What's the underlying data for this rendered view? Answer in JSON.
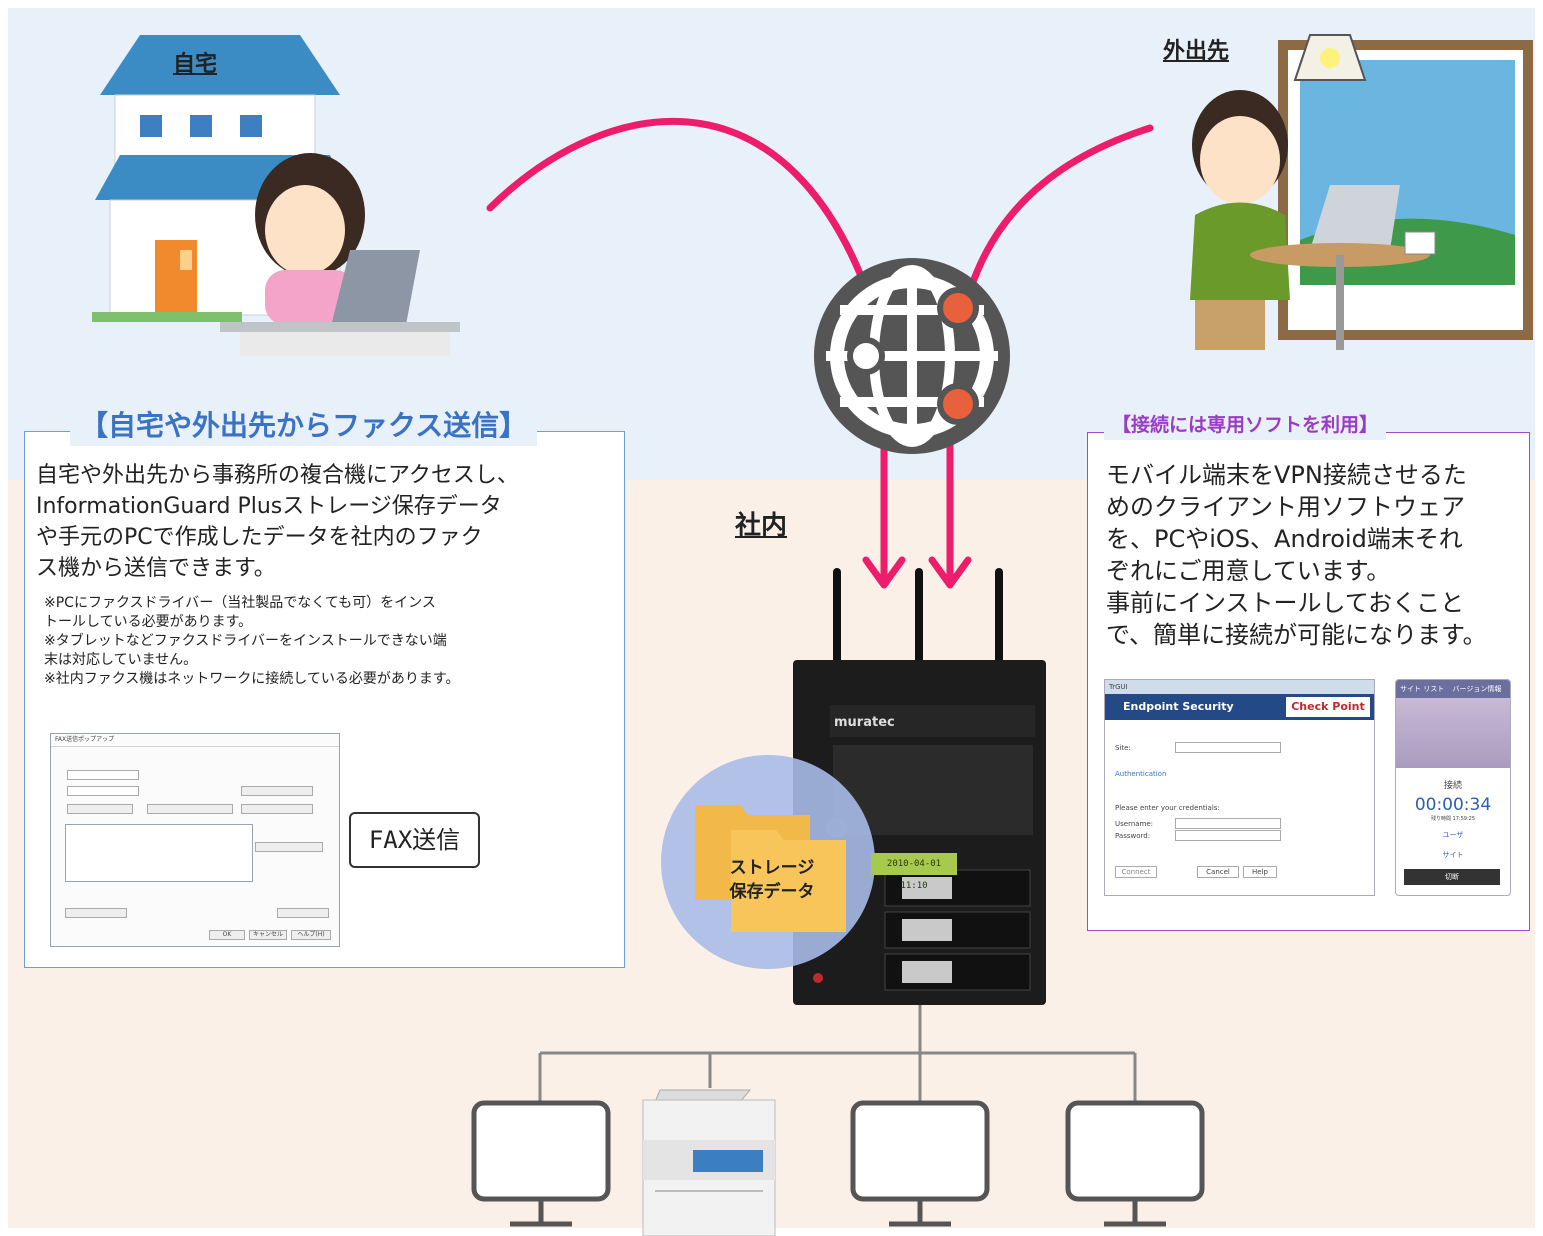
{
  "places": {
    "home": "自宅",
    "outside": "外出先",
    "office": "社内"
  },
  "left_box": {
    "title": "【自宅や外出先からファクス送信】",
    "body": [
      "自宅や外出先から事務所の複合機にアクセスし、",
      "InformationGuard Plusストレージ保存データ",
      "や手元のPCで作成したデータを社内のファク",
      "ス機から送信できます。"
    ],
    "notes": [
      "※PCにファクスドライバー（当社製品でなくても可）をインス",
      "トールしている必要があります。",
      "※タブレットなどファクスドライバーをインストールできない端",
      "末は対応していません。",
      "※社内ファクス機はネットワークに接続している必要があります。"
    ],
    "fax_label": "FAX送信",
    "dialog": {
      "title": "FAX送信ポップアップ",
      "cancel": "キャンセル",
      "help": "ヘルプ(H)",
      "ok": "OK"
    }
  },
  "right_box": {
    "title": "【接続には専用ソフトを利用】",
    "body": [
      "モバイル端末をVPN接続させるた",
      "めのクライアント用ソフトウェア",
      "を、PCやiOS、Android端末それ",
      "ぞれにご用意しています。",
      "事前にインストールしておくこと",
      "で、簡単に接続が可能になります。"
    ],
    "vpn_window": {
      "app": "TrGUI",
      "header": "Endpoint Security",
      "vendor": "Check Point",
      "site_label": "Site:",
      "auth_label": "Authentication",
      "prompt": "Please enter your credentials:",
      "username_label": "Username:",
      "password_label": "Password:",
      "connect": "Connect",
      "cancel": "Cancel",
      "help": "Help"
    },
    "phone": {
      "nav_left": "サイト リスト",
      "nav_right": "バージョン情報",
      "status": "接続",
      "timer": "00:00:34",
      "remaining": "残り時間 17:59:25",
      "user_label": "ユーザ",
      "site_label": "サイト",
      "disconnect": "切断"
    }
  },
  "storage_label": [
    "ストレージ",
    "保存データ"
  ],
  "device": {
    "brand": "muratec",
    "lcd": "2010-04-01 11:10"
  },
  "colors": {
    "arrow": "#ee1d6b",
    "left_accent": "#3b73c4",
    "right_accent": "#9a3cc4",
    "globe": "#555555",
    "globe_node": "#e8603c",
    "folder": "#f7c55a",
    "storage_circle": "#a9bbe8"
  }
}
